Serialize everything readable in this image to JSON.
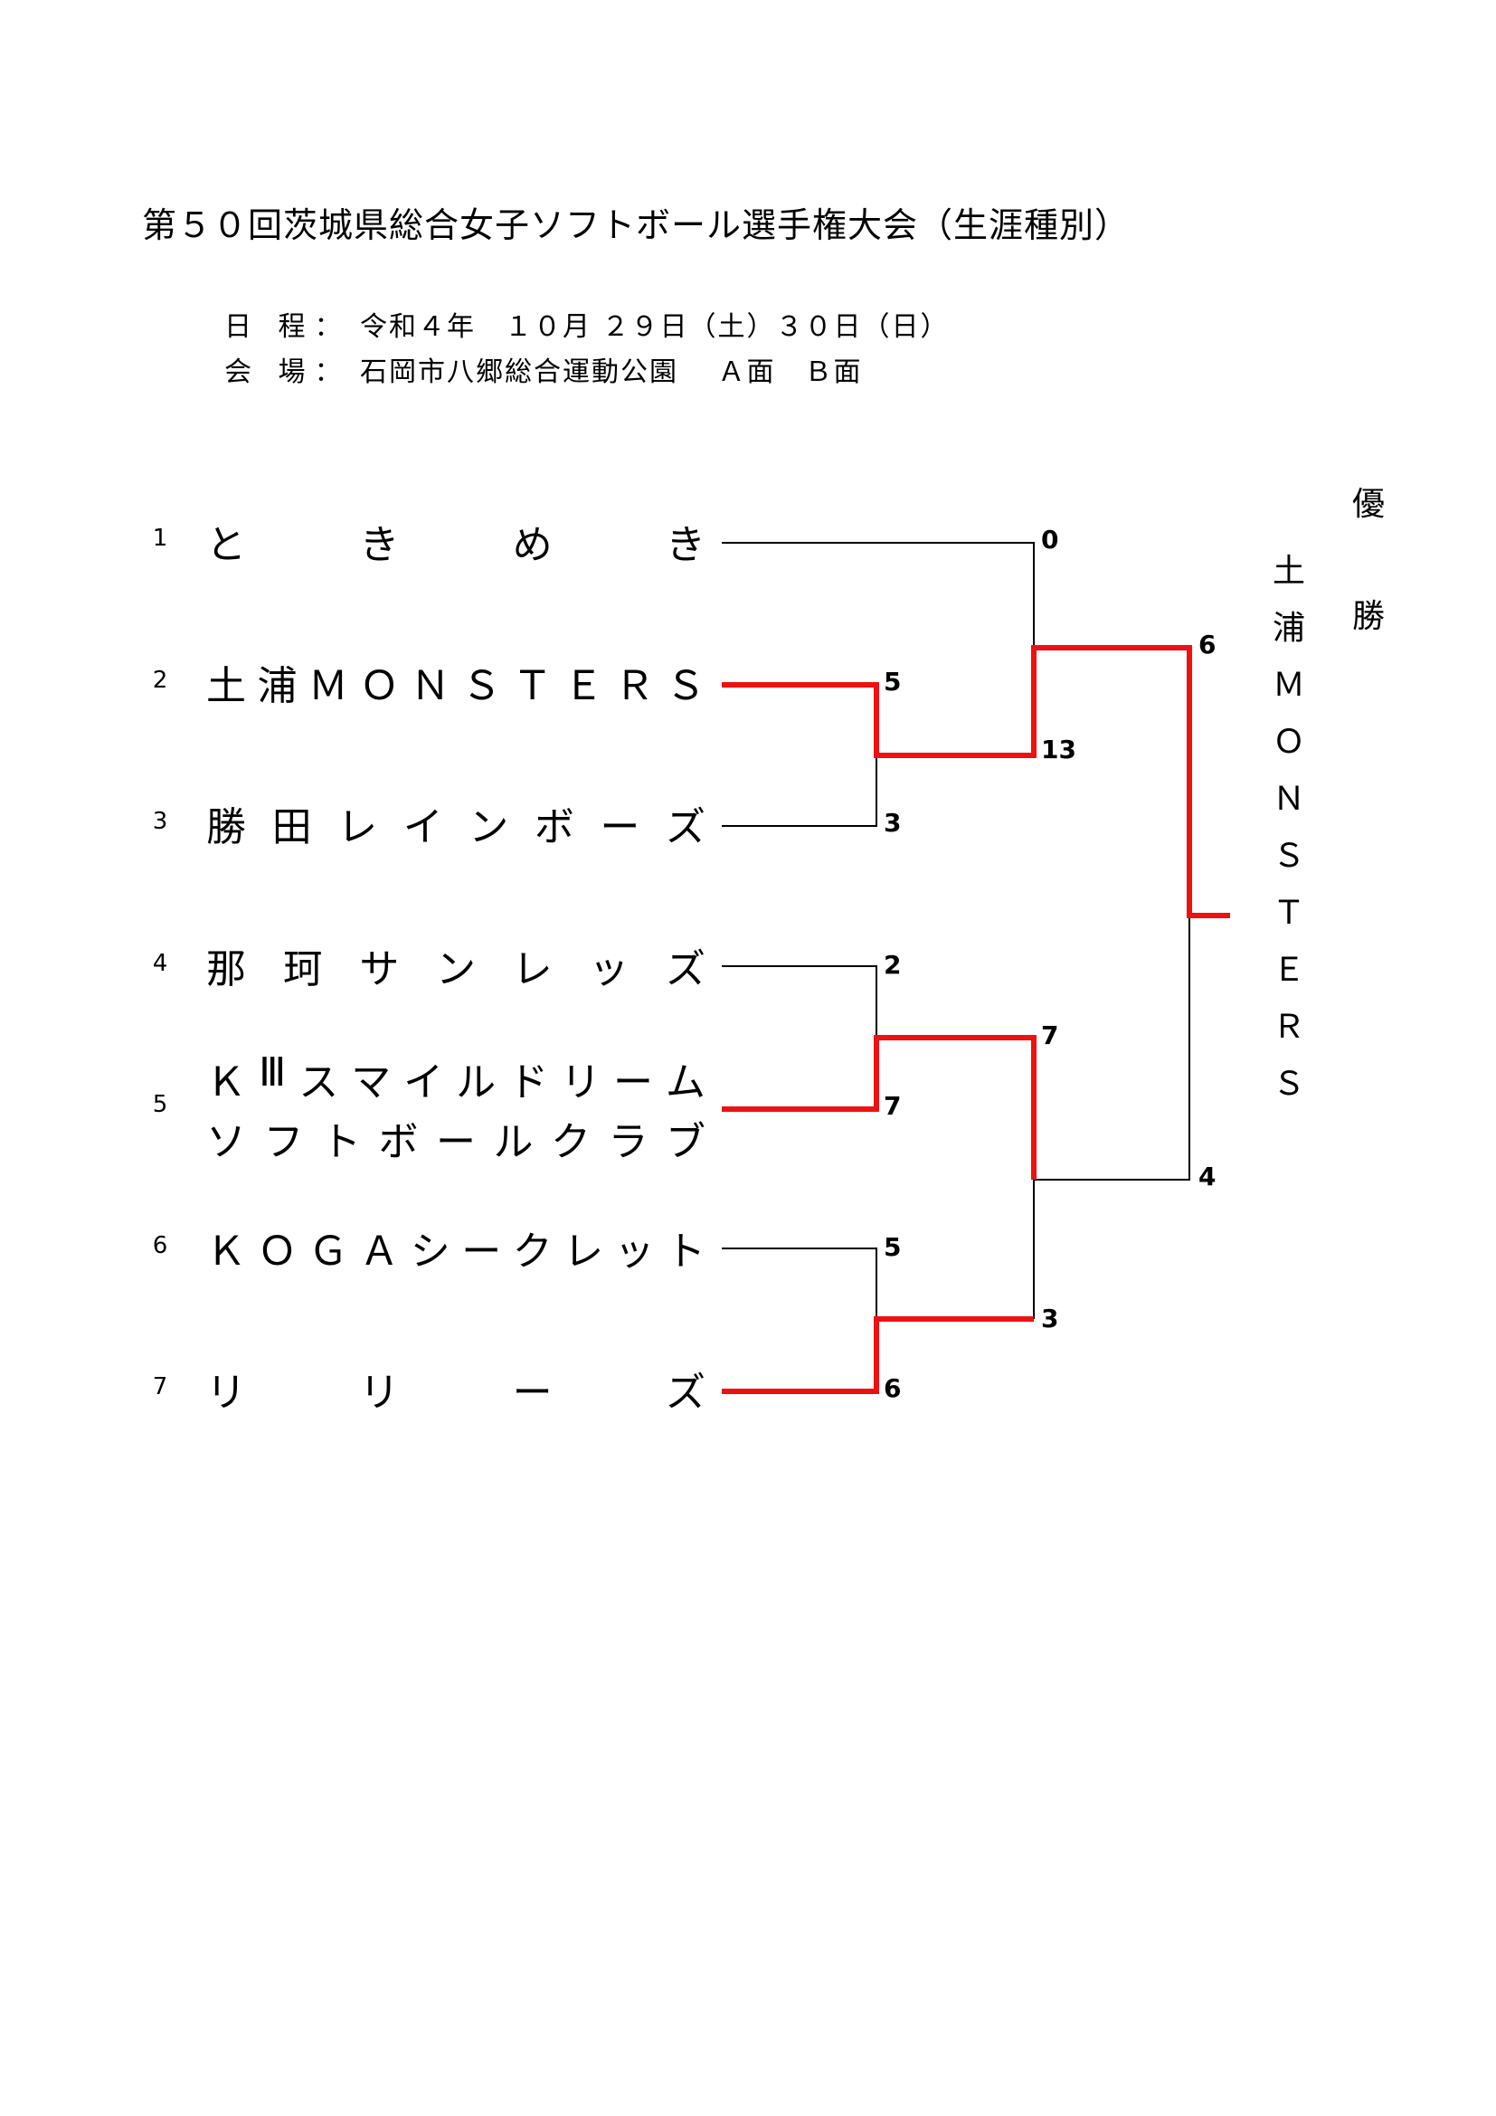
{
  "title": "第５０回茨城県総合女子ソフトボール選手権大会（生涯種別）",
  "schedule": {
    "label": "日 程：",
    "value": "令和４年　１０月 ２９日（土）３０日（日）"
  },
  "venue": {
    "label": "会 場：",
    "value": "石岡市八郷総合運動公園　 Ａ面　Ｂ面"
  },
  "teams": [
    {
      "seed": "1",
      "name": "と　き　め　き"
    },
    {
      "seed": "2",
      "name": "土浦ＭＯＮＳＴＥＲＳ"
    },
    {
      "seed": "3",
      "name": "勝田レインボーズ"
    },
    {
      "seed": "4",
      "name": "那珂サンレッズ"
    },
    {
      "seed": "5",
      "name": "ＫⅢスマイルドリーム",
      "name2": "ソフトボールクラブ"
    },
    {
      "seed": "6",
      "name": "ＫＯＧＡシークレット"
    },
    {
      "seed": "7",
      "name": "リ　リ　ー　ズ"
    }
  ],
  "scores": {
    "r1_2": "5",
    "r1_3": "3",
    "r1_4": "2",
    "r1_5": "7",
    "r1_6": "5",
    "r1_7": "6",
    "sf1_top": "0",
    "sf1_bottom": "13",
    "sf2_top": "7",
    "sf2_bottom": "3",
    "final_top": "6",
    "final_bottom": "4"
  },
  "champion": {
    "label_top": "優",
    "label_bottom": "勝",
    "name": "土浦ＭＯＮＳＴＥＲＳ"
  },
  "colors": {
    "winner_line": "#ee1111",
    "line": "#000000"
  }
}
